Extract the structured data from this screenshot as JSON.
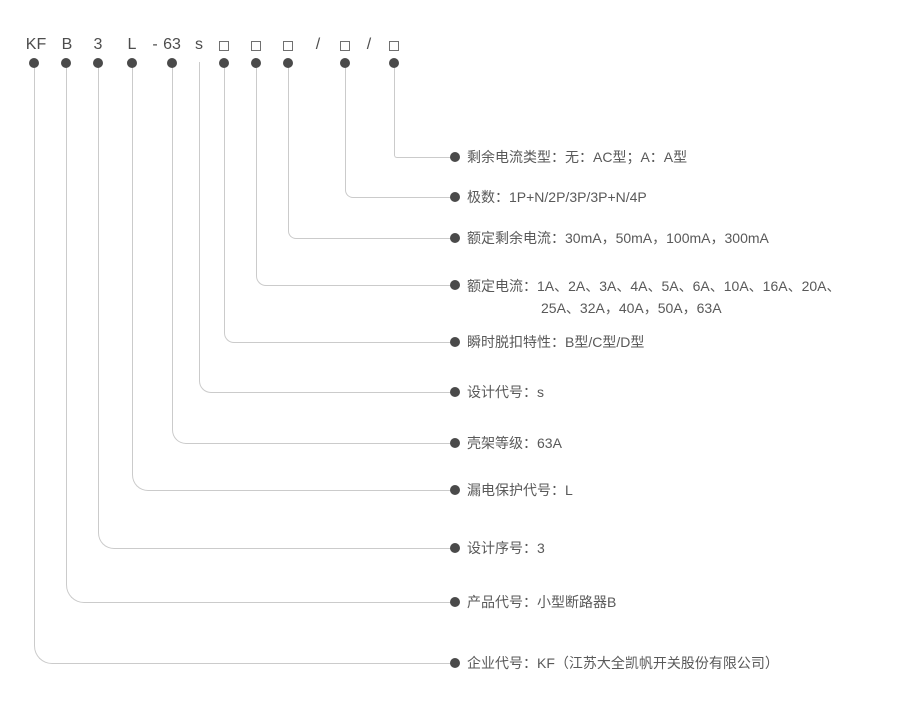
{
  "colors": {
    "connector_line": "#cbcbcb",
    "dot": "#4a4a4a",
    "code_text": "#4d4d4d",
    "label_text": "#595959"
  },
  "code_row": {
    "company": "KF",
    "product": "B",
    "serial": "3",
    "leakage": "L",
    "dash": "-",
    "frame": "63",
    "design": "s",
    "slash": "/"
  },
  "labels": [
    {
      "text": "剩余电流类型：无：AC型；A：A型"
    },
    {
      "text": "极数：1P+N/2P/3P/3P+N/4P"
    },
    {
      "text": "额定剩余电流：30mA，50mA，100mA，300mA"
    },
    {
      "line1": "额定电流：1A、2A、3A、4A、5A、6A、10A、16A、20A、",
      "line2": "25A、32A，40A，50A，63A"
    },
    {
      "text": "瞬时脱扣特性：B型/C型/D型"
    },
    {
      "text": "设计代号：s"
    },
    {
      "text": "壳架等级：63A"
    },
    {
      "text": "漏电保护代号：L"
    },
    {
      "text": "设计序号：3"
    },
    {
      "text": "产品代号：小型断路器B"
    },
    {
      "text": "企业代号：KF（江苏大全凯帆开关股份有限公司）"
    }
  ]
}
